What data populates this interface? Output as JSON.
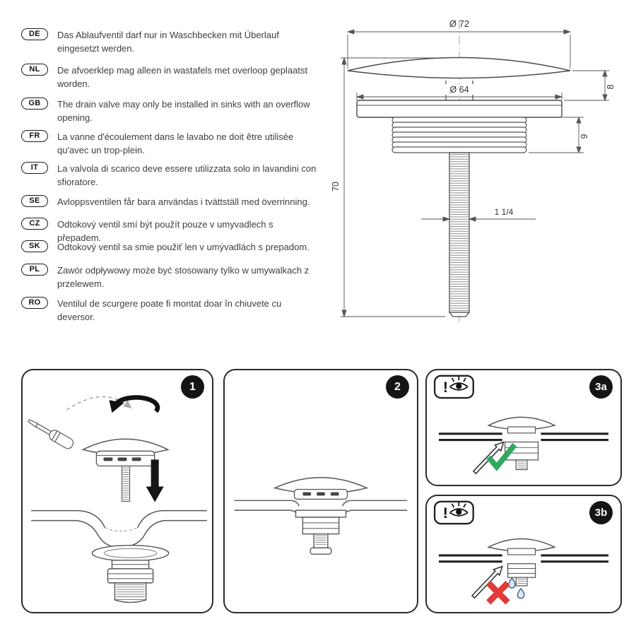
{
  "languages": [
    {
      "code": "DE",
      "text": "Das Ablaufventil darf nur in Waschbecken mit Überlauf eingesetzt werden."
    },
    {
      "code": "NL",
      "text": "De afvoerklep mag alleen in wastafels met overloop geplaatst worden."
    },
    {
      "code": "GB",
      "text": "The drain valve may only be installed in sinks with an overflow opening."
    },
    {
      "code": "FR",
      "text": "La vanne d'écoulement dans le lavabo ne doit être utilisée qu'avec un trop-plein."
    },
    {
      "code": "IT",
      "text": "La valvola di scarico deve essere utilizzata solo in lavandini con sfioratore."
    },
    {
      "code": "SE",
      "text": "Avloppsventilen får bara användas i tvättställ med överrinning."
    },
    {
      "code": "CZ",
      "text": "Odtokový ventil smí být použít pouze v umyvadlech s přepadem."
    },
    {
      "code": "SK",
      "text": "Odtokový ventil sa smie použiť len v umývadlách s prepadom."
    },
    {
      "code": "PL",
      "text": "Zawór odpływowy może być stosowany tylko w umywalkach z przelewem."
    },
    {
      "code": "RO",
      "text": "Ventilul de scurgere poate fi montat doar în chiuvete cu deversor."
    }
  ],
  "technical_drawing": {
    "dim_cap_diameter": "Ø 72",
    "dim_flange_diameter": "Ø 64",
    "dim_cap_height": "8",
    "dim_collar_height": "9",
    "dim_total_length": "70",
    "dim_thread_size": "1 1/4"
  },
  "steps": {
    "step1_label": "1",
    "step2_label": "2",
    "step3a_label": "3a",
    "step3b_label": "3b",
    "attention_mark": "!"
  },
  "colors": {
    "check_green": "#2fa85c",
    "cross_red": "#e03a3a",
    "line_gray": "#4d4d4d"
  }
}
